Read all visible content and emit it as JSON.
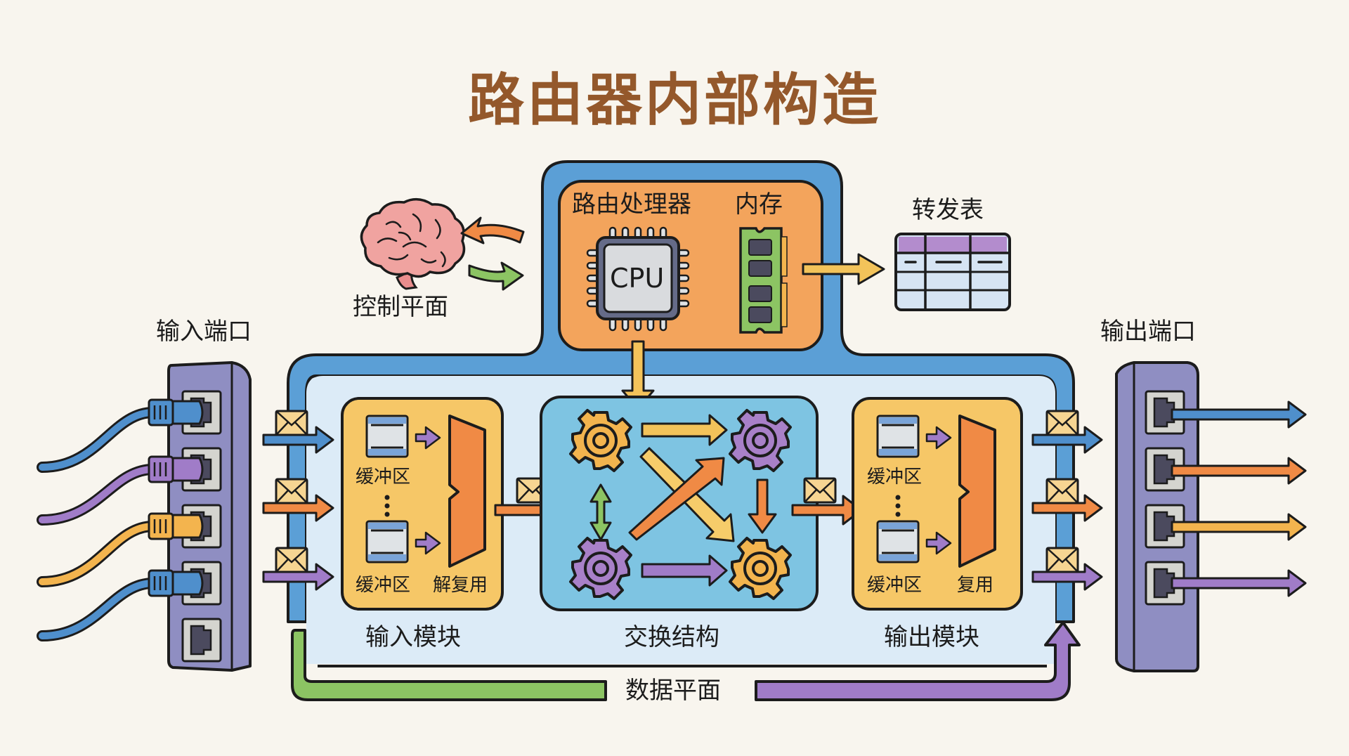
{
  "title": "路由器内部构造",
  "control_plane": {
    "label": "控制平面",
    "icon": "brain-icon"
  },
  "routing_processor": {
    "label": "路由处理器",
    "cpu_label": "CPU",
    "memory_label": "内存"
  },
  "forwarding_table": {
    "label": "转发表",
    "columns": 3,
    "rows": 3
  },
  "input_ports": {
    "label": "输入端口",
    "port_count": 5,
    "cable_colors": [
      "#4f8fcc",
      "#a07cc8",
      "#f3b44e",
      "#4f8fcc"
    ]
  },
  "output_ports": {
    "label": "输出端口",
    "port_count": 4,
    "arrow_colors": [
      "#4f8fcc",
      "#f08a45",
      "#f3b44e",
      "#a07cc8"
    ]
  },
  "input_module": {
    "label": "输入模块",
    "buffer_label_top": "缓冲区",
    "buffer_label_bottom": "缓冲区",
    "demux_label": "解复用"
  },
  "switch_fabric": {
    "label": "交换结构"
  },
  "output_module": {
    "label": "输出模块",
    "buffer_label_top": "缓冲区",
    "buffer_label_bottom": "缓冲区",
    "mux_label": "复用"
  },
  "data_plane": {
    "label": "数据平面"
  },
  "colors": {
    "title": "#94582b",
    "background": "#f8f5ee",
    "bus_blue": "#5b9fd6",
    "inner_light_blue": "#dcebf7",
    "processor_orange": "#f3a45c",
    "module_yellow": "#f6c767",
    "fabric_blue": "#7ec4e2",
    "port_purple": "#8f8ec2",
    "arrow_blue": "#4f8fcc",
    "arrow_orange": "#f08a45",
    "arrow_purple": "#a07cc8",
    "arrow_yellow": "#f3c35a",
    "arrow_green": "#8cc463",
    "envelope": "#f6d592"
  }
}
